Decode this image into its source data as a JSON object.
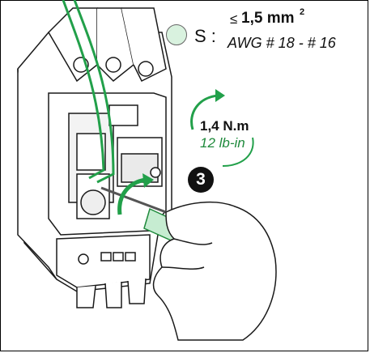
{
  "wire_spec": {
    "section_prefix": "S :",
    "section_symbol": "≤",
    "section_value": "1,5 mm",
    "section_sup": "2",
    "awg": "AWG # 18 - # 16"
  },
  "torque": {
    "metric": "1,4 N.m",
    "imperial": "12 lb-in"
  },
  "step": {
    "number": "3"
  },
  "colors": {
    "accent_green": "#1f8a3c",
    "wire_green": "#22a04a",
    "circle_fill": "#d9f2df",
    "line": "#1a1a1a"
  },
  "icons": {
    "wire_gauge": "green-circle-icon",
    "torque": "rotation-arrow-icon",
    "step": "step-number-badge"
  }
}
